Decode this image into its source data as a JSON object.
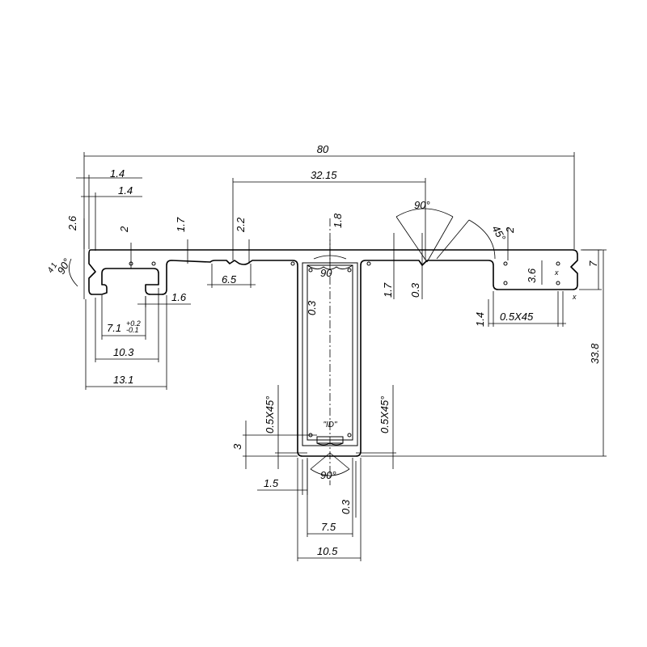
{
  "dimensions": {
    "overall_width": "80",
    "top_offset_1": "1.4",
    "top_offset_2": "1.4",
    "center_span": "32.15",
    "slot_depth_left": "2.6",
    "angle_left": "90°",
    "offset_left_small": "1",
    "offset_left_small2": "4",
    "groove_2_left": "2",
    "groove_1_7_left": "1.7",
    "groove_2_2": "2.2",
    "stem_top_1_8": "1.8",
    "groove_width_6_5": "6.5",
    "angle_stem_top": "90",
    "lip_1_6": "1.6",
    "slot_width_main": "7.1",
    "slot_tol_upper": "+0.2",
    "slot_tol_lower": "-0.1",
    "slot_width_10_3": "10.3",
    "slot_width_13_1": "13.1",
    "stem_wall_0_3": "0.3",
    "right_groove_1_7": "1.7",
    "right_groove_0_3": "0.3",
    "angle_right_top": "90°",
    "angle_right_45": "45°",
    "right_groove_2": "2",
    "right_groove_3_6": "3.6",
    "right_height_7": "7",
    "right_step_1_4": "1.4",
    "right_chamfer": "0.5X45",
    "total_height": "33.8",
    "chamfer_left": "0.5X45°",
    "chamfer_right": "0.5X45°",
    "id_label": "\"ID\"",
    "bottom_height_3": "3",
    "bottom_1_5": "1.5",
    "angle_bottom": "90°",
    "bottom_0_3": "0.3",
    "bottom_width_7_5": "7.5",
    "bottom_width_10_5": "10.5",
    "marker_x": "x"
  }
}
